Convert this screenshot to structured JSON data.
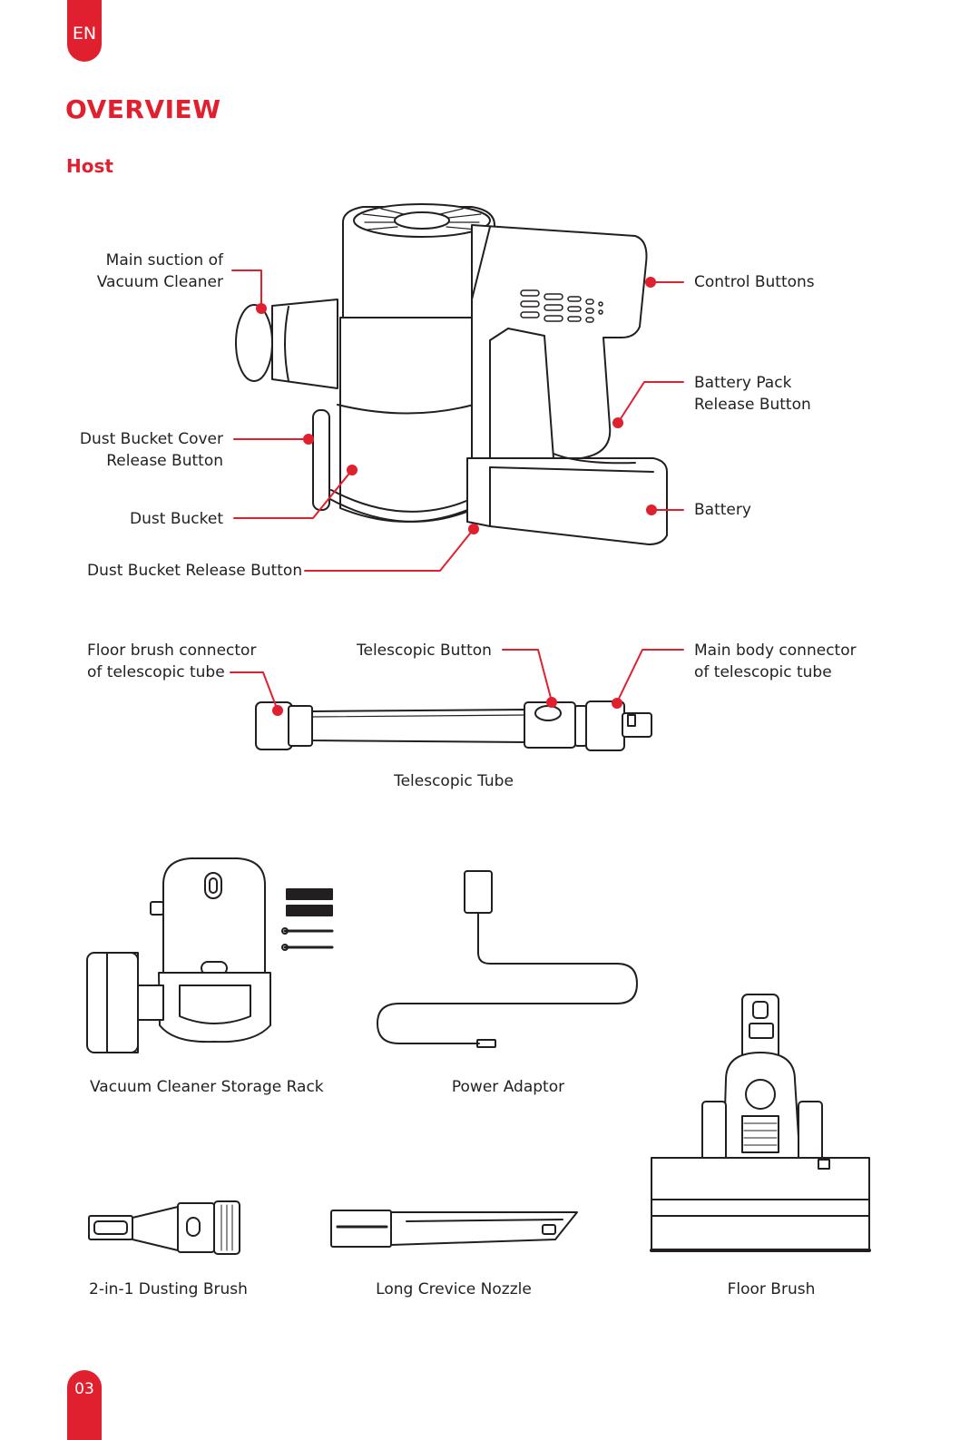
{
  "header": {
    "lang": "EN"
  },
  "page": {
    "title": "OVERVIEW",
    "section": "Host",
    "number": "03"
  },
  "host_labels": {
    "main_suction": "Main suction of\nVacuum Cleaner",
    "dust_cover_release": "Dust Bucket Cover\nRelease Button",
    "dust_bucket": "Dust Bucket",
    "dust_bucket_release": "Dust Bucket Release Button",
    "control_buttons": "Control Buttons",
    "battery_pack_release": "Battery Pack\nRelease Button",
    "battery": "Battery"
  },
  "tube_labels": {
    "floor_connector": "Floor brush connector\nof telescopic tube",
    "telescopic_button": "Telescopic Button",
    "main_body_connector": "Main body connector\nof telescopic tube",
    "caption": "Telescopic Tube"
  },
  "accessories": {
    "storage_rack": "Vacuum Cleaner Storage Rack",
    "power_adaptor": "Power Adaptor",
    "dusting_brush": "2-in-1 Dusting Brush",
    "crevice_nozzle": "Long Crevice Nozzle",
    "floor_brush": "Floor Brush"
  },
  "colors": {
    "accent": "#e1202f",
    "line": "#231f20"
  }
}
